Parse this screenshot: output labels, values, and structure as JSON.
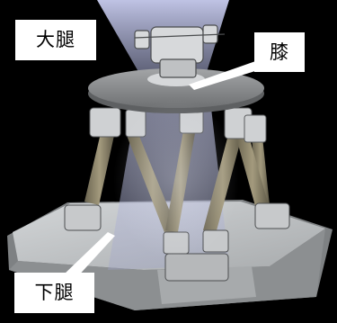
{
  "labels": {
    "thigh": "大腿",
    "knee": "膝",
    "shin": "下腿"
  },
  "colors": {
    "background": "#000000",
    "label_box": "#ffffff",
    "label_text": "#000000",
    "platform": "#8a8c8e",
    "base": "#b9bcbe",
    "beam": "#cfd2ee"
  }
}
